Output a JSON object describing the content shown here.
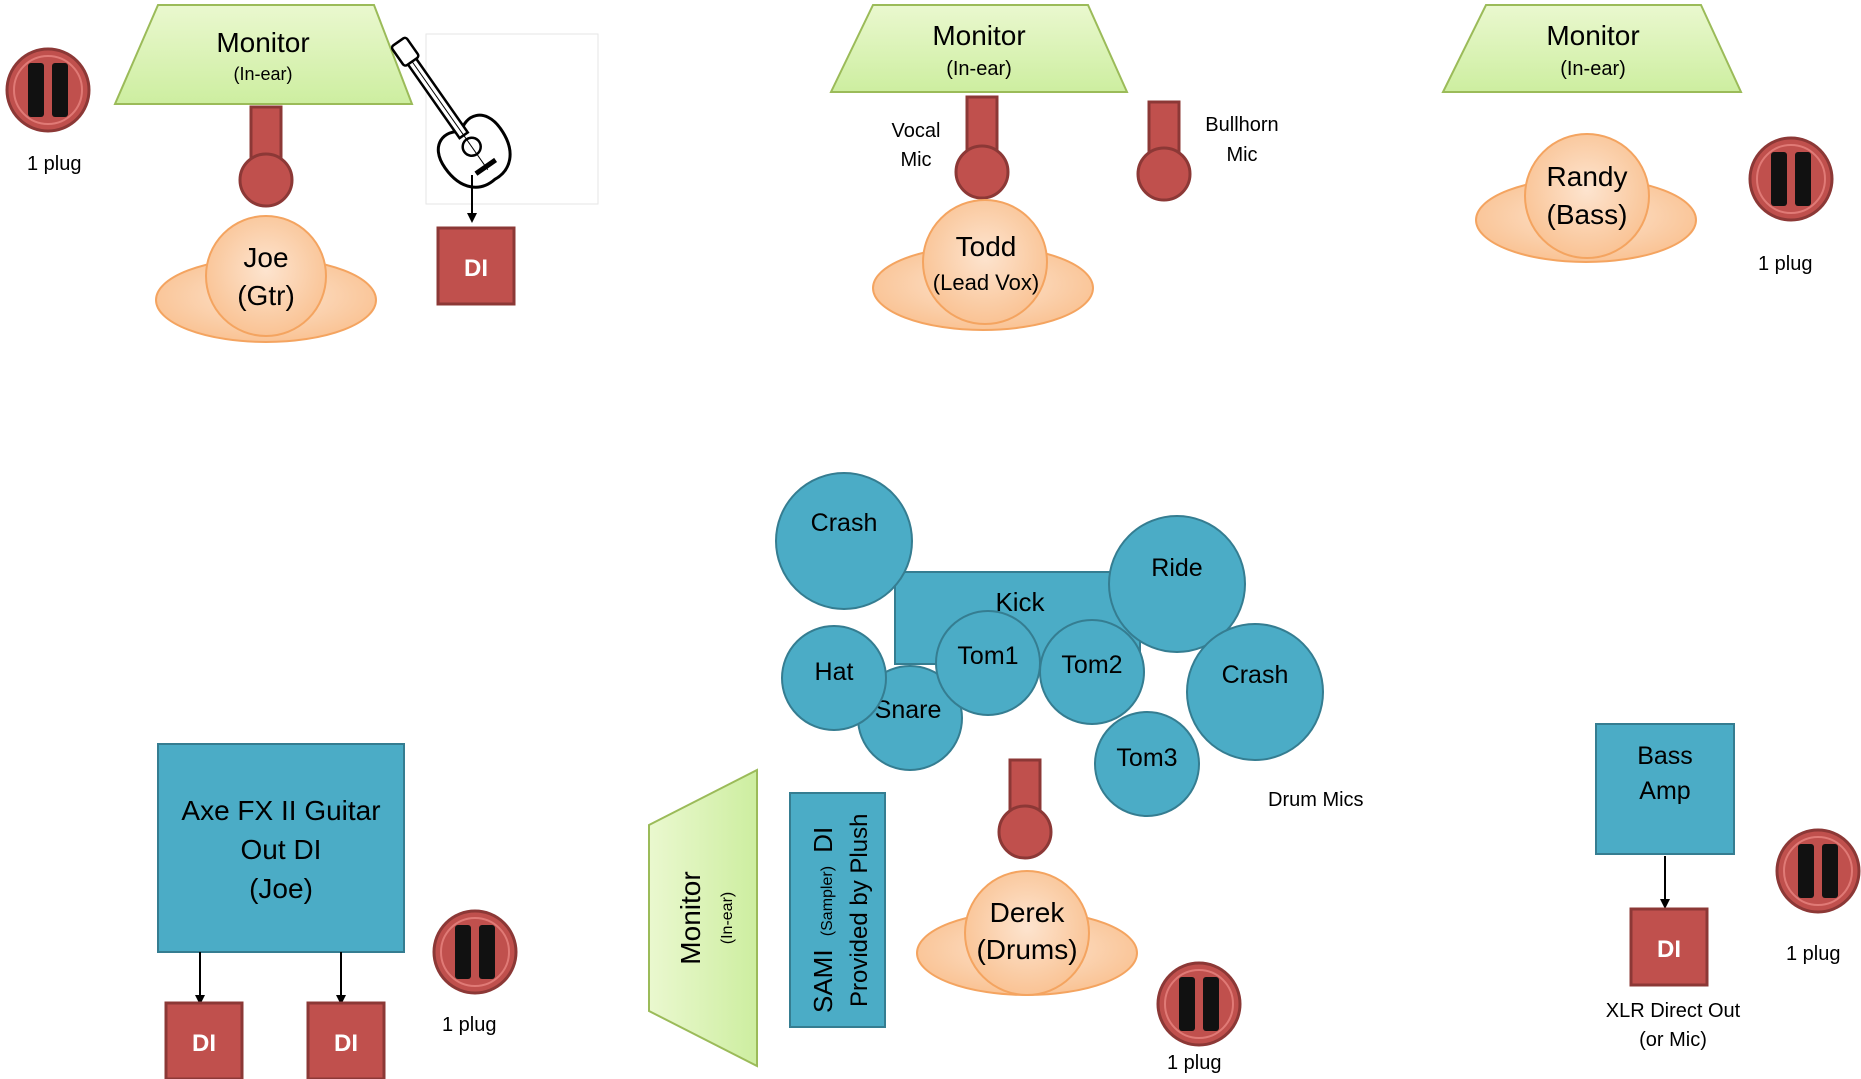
{
  "colors": {
    "monitor_fill": "#d9f2b0",
    "monitor_stroke": "#9bbb59",
    "mic_fill": "#c0504d",
    "mic_stroke": "#8c3836",
    "person_fill": "#fbd5b5",
    "person_stroke": "#f4a460",
    "drum_fill": "#4bacc6",
    "drum_stroke": "#357d91",
    "di_fill": "#c0504d",
    "plug_black": "#111111"
  },
  "icons": {
    "power_plug": "power-outlet-icon",
    "guitar": "acoustic-guitar-icon",
    "mic": "microphone-icon"
  },
  "monitors": {
    "joe": {
      "title": "Monitor",
      "sub": "(In-ear)"
    },
    "todd": {
      "title": "Monitor",
      "sub": "(In-ear)"
    },
    "randy": {
      "title": "Monitor",
      "sub": "(In-ear)"
    },
    "derek": {
      "title": "Monitor",
      "sub": "(In-ear)"
    }
  },
  "people": {
    "joe": {
      "line1": "Joe",
      "line2": "(Gtr)"
    },
    "todd": {
      "line1": "Todd",
      "line2": "(Lead Vox)"
    },
    "randy": {
      "line1": "Randy",
      "line2": "(Bass)"
    },
    "derek": {
      "line1": "Derek",
      "line2": "(Drums)"
    }
  },
  "labels": {
    "plug": "1 plug",
    "vocal_mic_1": "Vocal",
    "vocal_mic_2": "Mic",
    "bullhorn_mic_1": "Bullhorn",
    "bullhorn_mic_2": "Mic",
    "di": "DI",
    "drum_mics": "Drum Mics",
    "axe_1": "Axe FX II Guitar",
    "axe_2": "Out DI",
    "axe_3": "(Joe)",
    "bass_amp_1": "Bass",
    "bass_amp_2": "Amp",
    "xlr_1": "XLR Direct Out",
    "xlr_2": "(or Mic)",
    "sami_line1_a": "SAMI",
    "sami_line1_b": "(Sampler)",
    "sami_line1_c": "DI",
    "sami_line2": "Provided by Plush"
  },
  "drums": {
    "kick": "Kick",
    "crash_left": "Crash",
    "ride": "Ride",
    "crash_right": "Crash",
    "hat": "Hat",
    "snare": "Snare",
    "tom1": "Tom1",
    "tom2": "Tom2",
    "tom3": "Tom3"
  }
}
